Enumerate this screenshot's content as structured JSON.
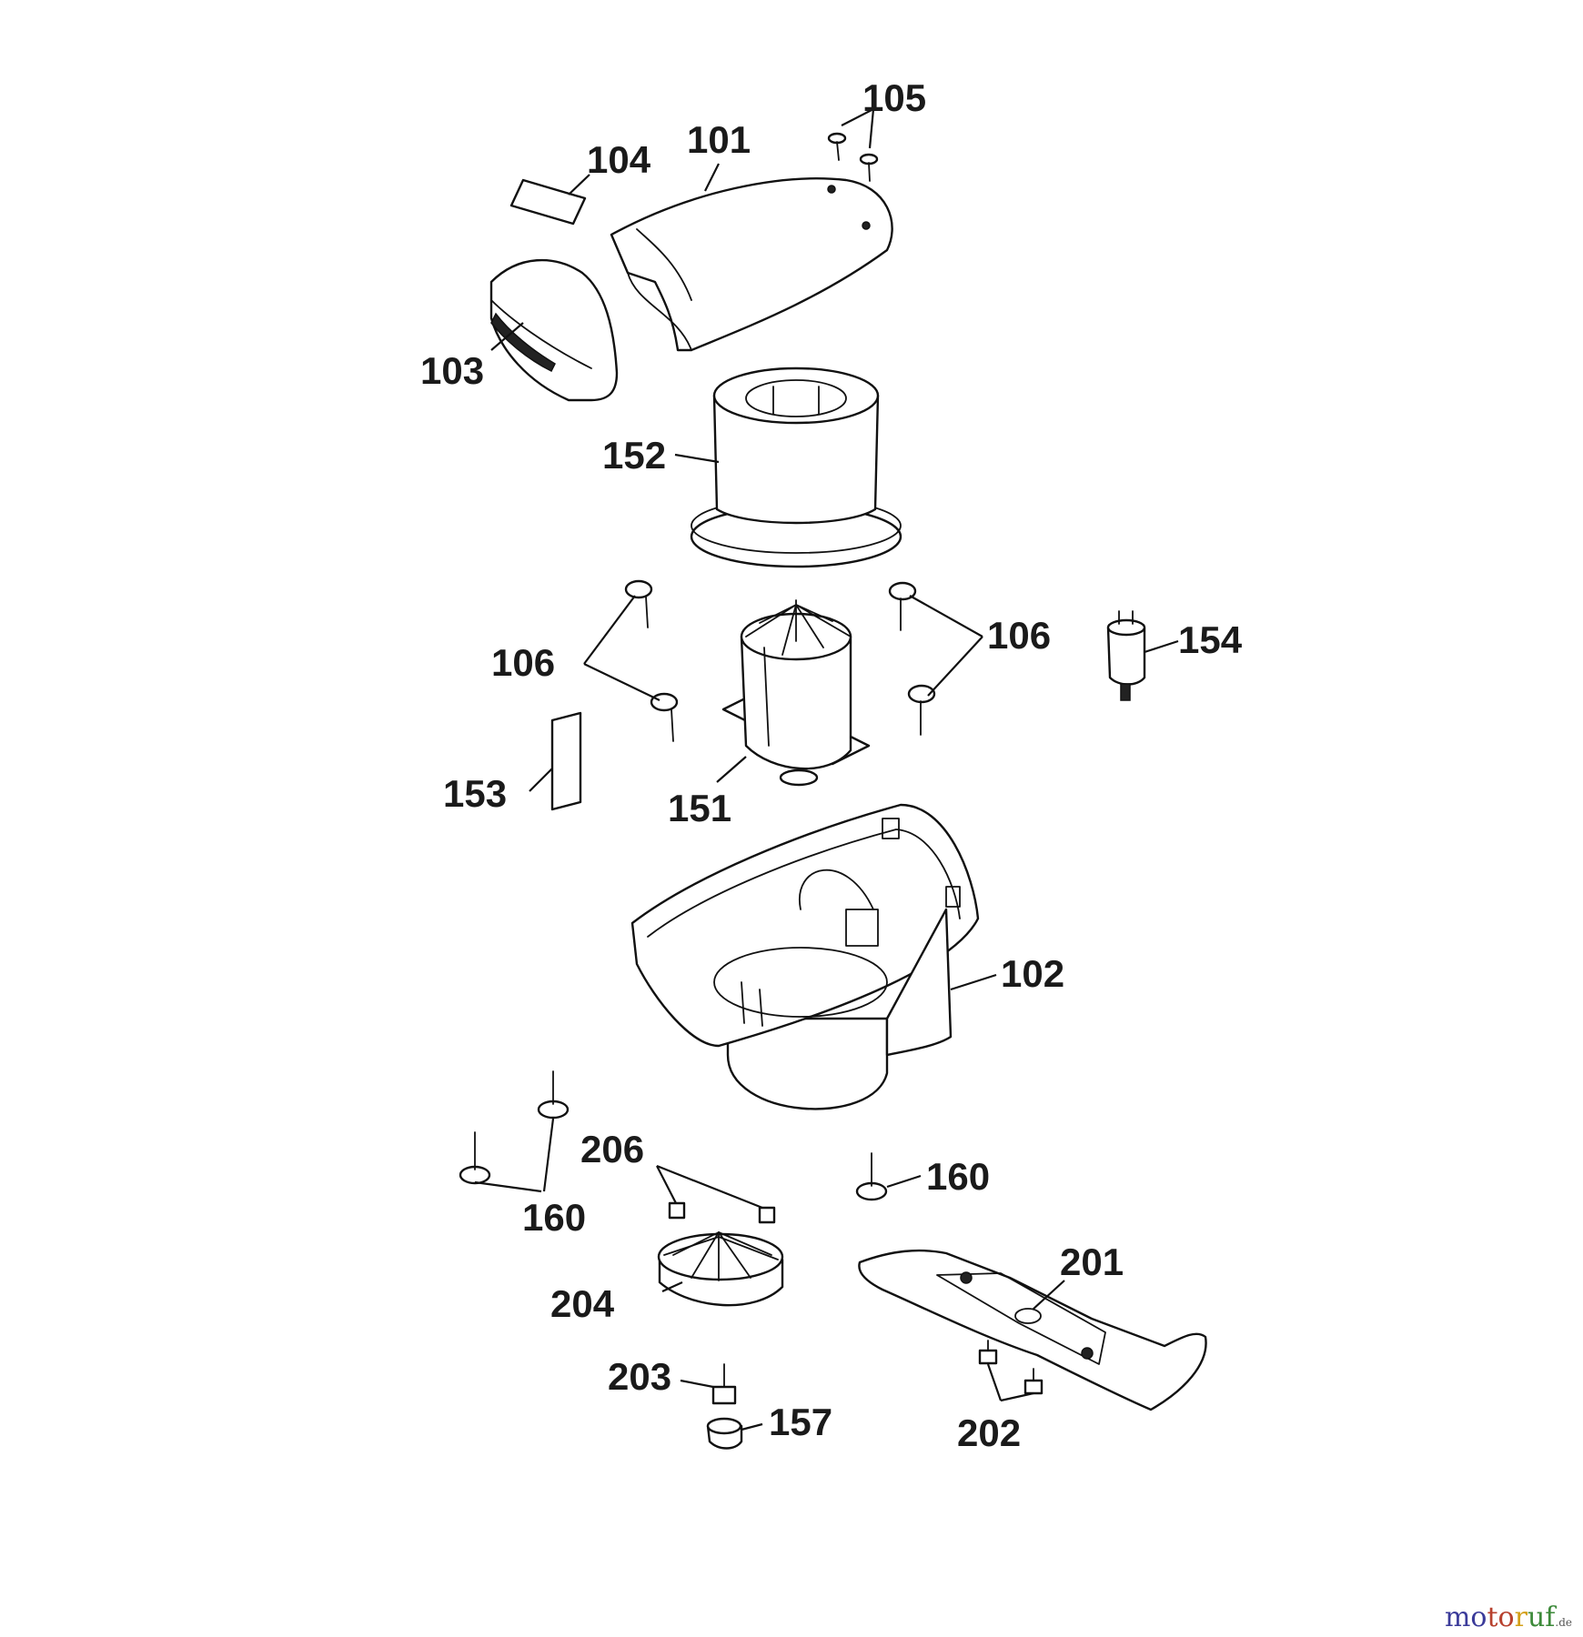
{
  "callouts": {
    "c101": "101",
    "c102": "102",
    "c103": "103",
    "c104": "104",
    "c105": "105",
    "c106a": "106",
    "c106b": "106",
    "c151": "151",
    "c152": "152",
    "c153": "153",
    "c154": "154",
    "c157": "157",
    "c160a": "160",
    "c160b": "160",
    "c201": "201",
    "c202": "202",
    "c203": "203",
    "c204": "204",
    "c206": "206"
  },
  "watermark": {
    "parts": [
      "mo",
      "to",
      "r",
      "uf"
    ],
    "tld": ".de"
  }
}
